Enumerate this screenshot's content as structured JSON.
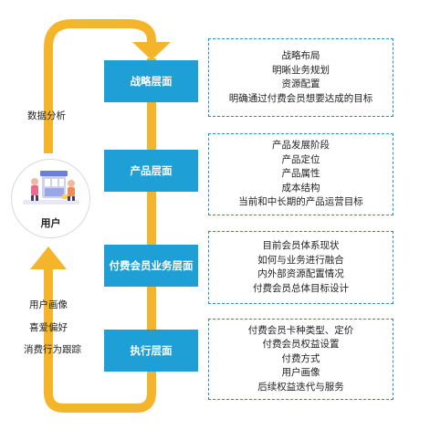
{
  "colors": {
    "arrow": "#f5b52a",
    "layer_fill": "#1e9fd6",
    "dash_border": "#2a8fc0",
    "text": "#222222"
  },
  "user": {
    "label": "用户",
    "icon": "shopping-user-illustration"
  },
  "left_labels": {
    "top": "数据分析",
    "bottom": [
      "用户画像",
      "喜爱偏好",
      "消费行为跟踪"
    ]
  },
  "layers": [
    {
      "name": "战略层面",
      "details": [
        "战略布局",
        "明晰业务规划",
        "资源配置",
        "明确通过付费会员想要达成的目标"
      ]
    },
    {
      "name": "产品层面",
      "details": [
        "产品发展阶段",
        "产品定位",
        "产品属性",
        "成本结构",
        "当前和中长期的产品运营目标"
      ]
    },
    {
      "name": "付费会员业务层面",
      "details": [
        "目前会员体系现状",
        "如何与业务进行融合",
        "内外部资源配置情况",
        "付费会员总体目标设计"
      ]
    },
    {
      "name": "执行层面",
      "details": [
        "付费会员卡种类型、定价",
        "付费会员权益设置",
        "付费方式",
        "用户画像",
        "后续权益迭代与服务"
      ]
    }
  ]
}
